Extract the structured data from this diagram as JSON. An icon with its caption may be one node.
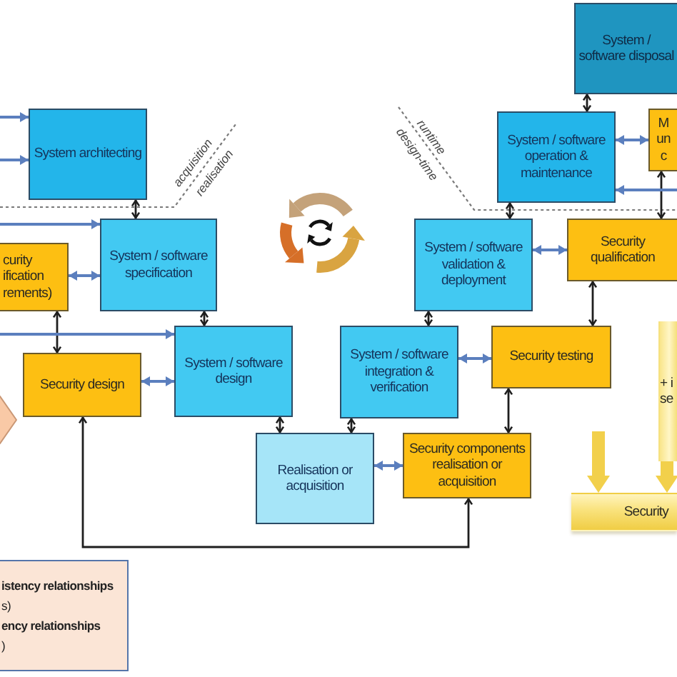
{
  "diagram": {
    "nodes": [
      {
        "text": [
          "System / software disposal"
        ]
      },
      {
        "text": [
          "System architecting"
        ]
      },
      {
        "text": [
          "System / software operation & maintenance"
        ]
      },
      {
        "text": [
          "M un c"
        ]
      },
      {
        "text": [
          "curity ification rements)"
        ]
      },
      {
        "text": [
          "System / software specification"
        ]
      },
      {
        "text": [
          "System / software validation & deployment"
        ]
      },
      {
        "text": [
          "Security qualification"
        ]
      },
      {
        "text": [
          "Security design"
        ]
      },
      {
        "text": [
          "System / software design"
        ]
      },
      {
        "text": [
          "System / software integration & verification"
        ]
      },
      {
        "text": [
          "Security testing"
        ]
      },
      {
        "text": [
          "+ i se"
        ]
      },
      {
        "text": [],
        "shape": "diamond"
      },
      {
        "text": [
          "Realisation or acquisition"
        ]
      },
      {
        "text": [
          "Security components realisation or acquisition"
        ]
      },
      {
        "text": [
          "Security"
        ]
      },
      {
        "text": [
          "istency relationships",
          "s)",
          "ency relationships",
          ")"
        ]
      }
    ],
    "edges": [
      {
        "from": 0,
        "to": 2,
        "arrow": "both"
      },
      {
        "from": 1,
        "to": 5,
        "arrow": "both"
      },
      {
        "from": 2,
        "to": 6,
        "arrow": "both"
      },
      {
        "from": 3,
        "to": 7,
        "arrow": "both"
      },
      {
        "from": 4,
        "to": 8,
        "arrow": "both"
      },
      {
        "from": 5,
        "to": 9,
        "arrow": "both"
      },
      {
        "from": 6,
        "to": 10,
        "arrow": "both"
      },
      {
        "from": 7,
        "to": 11,
        "arrow": "both"
      },
      {
        "from": 9,
        "to": 14,
        "arrow": "both"
      },
      {
        "from": 10,
        "to": 14,
        "arrow": "both"
      },
      {
        "from": 11,
        "to": 15,
        "arrow": "both"
      },
      {
        "from": 8,
        "to": 15,
        "arrow": "both"
      },
      {
        "from": 2,
        "to": 3,
        "arrow": "both",
        "color": "#5b7fbe"
      },
      {
        "from": 4,
        "to": 5,
        "arrow": "both",
        "color": "#5b7fbe"
      },
      {
        "from": 6,
        "to": 7,
        "arrow": "both",
        "color": "#5b7fbe"
      },
      {
        "from": 8,
        "to": 9,
        "arrow": "both",
        "color": "#5b7fbe"
      },
      {
        "from": 10,
        "to": 11,
        "arrow": "both",
        "color": "#5b7fbe"
      },
      {
        "from": 14,
        "to": 15,
        "arrow": "both",
        "color": "#5b7fbe"
      },
      {
        "from": null,
        "to": 1,
        "arrow": "to",
        "color": "#5b7fbe"
      },
      {
        "from": null,
        "to": 1,
        "arrow": "to",
        "color": "#5b7fbe"
      },
      {
        "from": null,
        "to": 5,
        "arrow": "to",
        "color": "#5b7fbe"
      },
      {
        "from": null,
        "to": 9,
        "arrow": "to",
        "color": "#5b7fbe"
      },
      {
        "from": null,
        "to": 2,
        "arrow": "to",
        "color": "#5b7fbe"
      },
      {
        "from": 12,
        "to": 16,
        "arrow": "to",
        "style": "thick",
        "color": "#f2d04b"
      },
      {
        "from": null,
        "to": 16,
        "arrow": "to",
        "style": "thick",
        "color": "#f2d04b"
      }
    ],
    "labels": [
      "acquisition",
      "realisation",
      "runtime",
      "design-time"
    ]
  }
}
